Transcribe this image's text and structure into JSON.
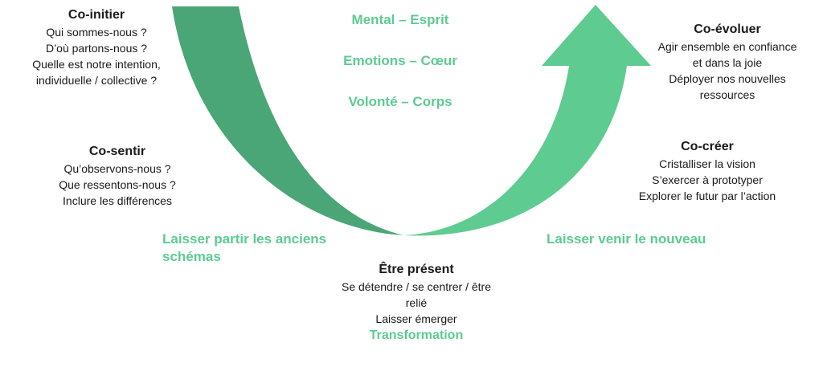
{
  "colors": {
    "dark_green": "#4aa577",
    "light_green": "#5ecb91",
    "label_green": "#5ccb91",
    "text": "#1a1a1a"
  },
  "levels": [
    "Mental – Esprit",
    "Emotions – Cœur",
    "Volonté – Corps"
  ],
  "co_initier": {
    "title": "Co-initier",
    "lines": [
      "Qui sommes-nous ?",
      "D’où partons-nous ?",
      "Quelle est notre intention,",
      "individuelle / collective ?"
    ]
  },
  "co_sentir": {
    "title": "Co-sentir",
    "lines": [
      "Qu’observons-nous ?",
      "Que ressentons-nous ?",
      "Inclure les différences"
    ]
  },
  "left_label": [
    "Laisser partir les anciens",
    "schémas"
  ],
  "etre_present": {
    "title": "Être présent",
    "lines": [
      "Se détendre / se centrer / être",
      "relié",
      "Laisser émerger"
    ],
    "highlight": "Transformation"
  },
  "right_label": "Laisser venir le nouveau",
  "co_creer": {
    "title": "Co-créer",
    "lines": [
      "Cristalliser la vision",
      "S’exercer à prototyper",
      "Explorer le futur par l’action"
    ]
  },
  "co_evoluer": {
    "title": "Co-évoluer",
    "lines": [
      "Agir ensemble en confiance",
      "et dans la joie",
      "Déployer nos nouvelles",
      "ressources"
    ]
  }
}
